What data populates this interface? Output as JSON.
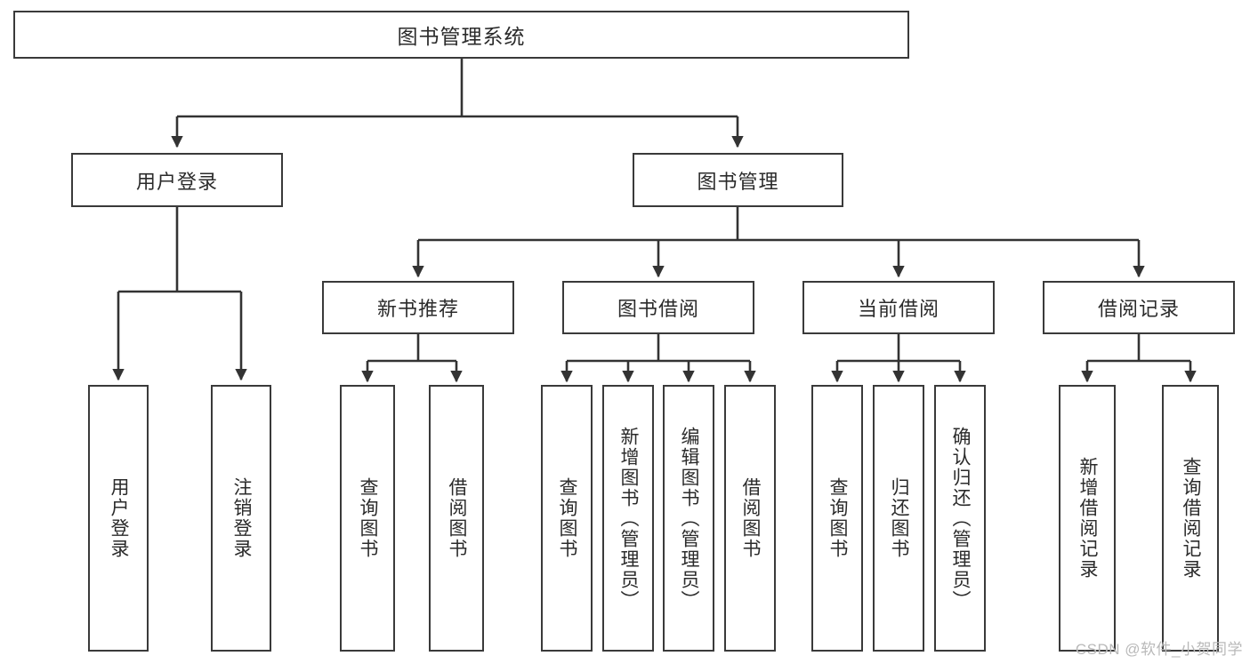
{
  "diagram": {
    "type": "tree",
    "title": "图书管理系统",
    "watermark": "CSDN @软件_小贺同学",
    "colors": {
      "box_border": "#3a3a3a",
      "box_fill": "#ffffff",
      "connector": "#333333",
      "text": "#2b2b2b",
      "watermark": "#b9b9b9"
    },
    "root": {
      "label": "图书管理系统"
    },
    "level2": [
      {
        "label": "用户登录"
      },
      {
        "label": "图书管理"
      }
    ],
    "level3": [
      {
        "label": "新书推荐"
      },
      {
        "label": "图书借阅"
      },
      {
        "label": "当前借阅"
      },
      {
        "label": "借阅记录"
      }
    ],
    "leaves": {
      "user_login": [
        "用户登录",
        "注销登录"
      ],
      "new_book_recommend": [
        "查询图书",
        "借阅图书"
      ],
      "book_borrow": [
        "查询图书",
        "新增图书（管理员）",
        "编辑图书（管理员）",
        "借阅图书"
      ],
      "current_borrow": [
        "查询图书",
        "归还图书",
        "确认归还（管理员）"
      ],
      "borrow_record": [
        "新增借阅记录",
        "查询借阅记录"
      ]
    }
  }
}
